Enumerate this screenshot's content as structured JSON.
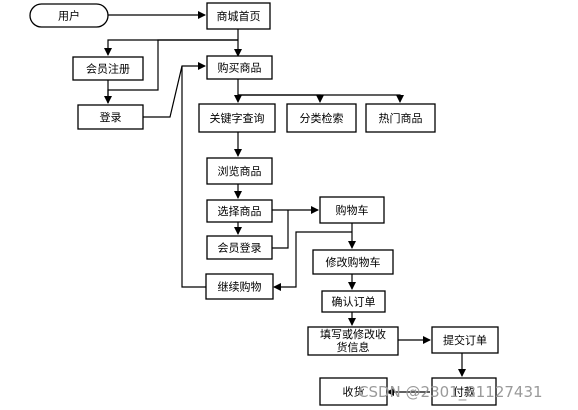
{
  "nodes": {
    "user": "用户",
    "mall_home": "商城首页",
    "member_register": "会员注册",
    "login": "登录",
    "buy_goods": "购买商品",
    "keyword_search": "关键字查询",
    "category_search": "分类检索",
    "hot_goods": "热门商品",
    "browse_goods": "浏览商品",
    "select_goods": "选择商品",
    "shopping_cart": "购物车",
    "member_login": "会员登录",
    "modify_cart": "修改购物车",
    "continue_shopping": "继续购物",
    "confirm_order": "确认订单",
    "fill_info_line1": "填写或修改收",
    "fill_info_line2": "货信息",
    "submit_order": "提交订单",
    "payment": "付款",
    "receive_goods": "收货"
  },
  "watermark": "CSDN @2301_81127431"
}
